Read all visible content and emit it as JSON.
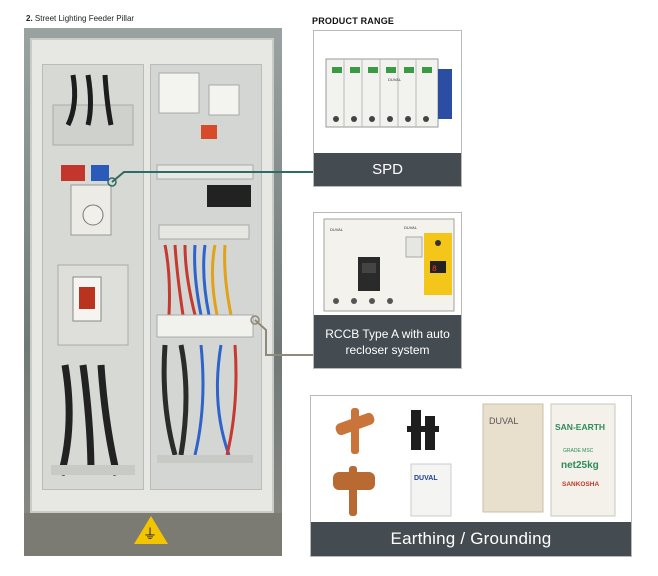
{
  "header": {
    "section_number": "2.",
    "section_title": "Street Lighting Feeder Pillar",
    "product_range_title": "PRODUCT RANGE"
  },
  "products": [
    {
      "name": "SPD",
      "image": "surge-protection-device-image",
      "brand_text": [
        "DUVAL"
      ]
    },
    {
      "name": "RCCB Type A with auto recloser system",
      "image": "rccb-auto-recloser-image",
      "brand_text": [
        "DUVAL",
        "DUVAL"
      ]
    },
    {
      "name": "Earthing / Grounding",
      "image": "earthing-products-image",
      "brand_text": [
        "DUVAL",
        "DUVAL",
        "SAN-EARTH",
        "GRADE MSC",
        "net25kg",
        "SANKOSHA"
      ]
    }
  ],
  "photo": {
    "subject": "feeder-pillar-photo",
    "warning_sign": "earth-warning-icon"
  },
  "colors": {
    "caption_bg": "#444b51",
    "caption_text": "#ffffff",
    "connector_spd": "#2f6a64",
    "connector_rccb": "#8f8a78",
    "earth_bag_green": "#2e8b5b"
  }
}
